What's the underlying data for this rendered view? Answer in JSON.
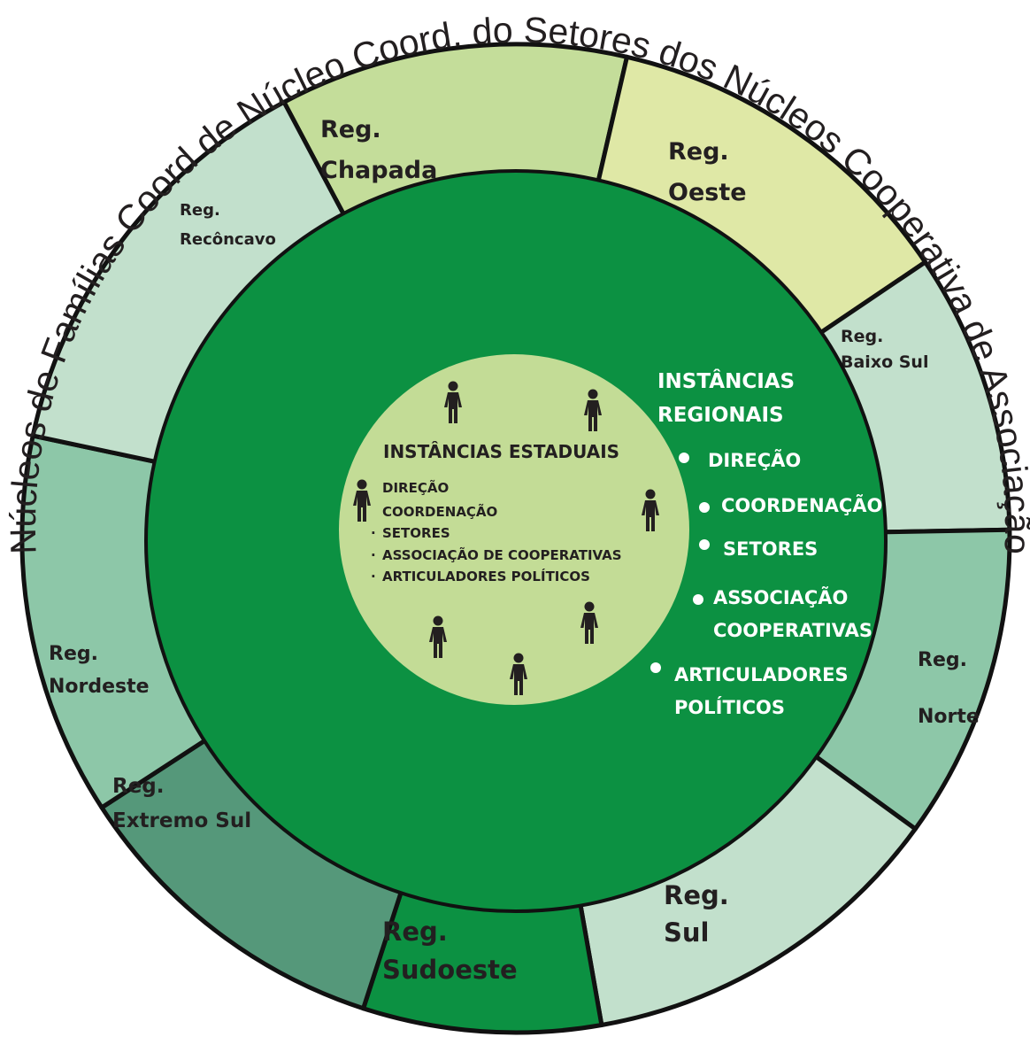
{
  "ring_text": "Núcleos de Famílias  Coord de Núcleo  Coord. do Setores dos Núcleos Cooperativa de Associação",
  "colors": {
    "inner_ring": "#0c9142",
    "center_circle": "#c3dc96",
    "text_dark": "#231f20",
    "text_light": "#ffffff"
  },
  "regions": [
    {
      "key": "chapada",
      "line1": "Reg.",
      "line2": "Chapada",
      "fill": "#c4dd9a"
    },
    {
      "key": "oeste",
      "line1": "Reg.",
      "line2": "Oeste",
      "fill": "#dfe8a6"
    },
    {
      "key": "baixo_sul",
      "line1": "Reg.",
      "line2": "Baixo Sul",
      "fill": "#c2e0cc"
    },
    {
      "key": "norte",
      "line1": "Reg.",
      "line2": "Norte",
      "fill": "#8dc7a8"
    },
    {
      "key": "sul",
      "line1": "Reg.",
      "line2": "Sul",
      "fill": "#c2e0cc"
    },
    {
      "key": "sudoeste",
      "line1": "Reg.",
      "line2": "Sudoeste",
      "fill": "#0c9142"
    },
    {
      "key": "extremo_sul",
      "line1": "Reg.",
      "line2": "Extremo Sul",
      "fill": "#55987a"
    },
    {
      "key": "nordeste",
      "line1": "Reg.",
      "line2": "Nordeste",
      "fill": "#8dc7a8"
    },
    {
      "key": "reconcavo",
      "line1": "Reg.",
      "line2": "Recôncavo",
      "fill": "#c2e0cc"
    }
  ],
  "estaduais": {
    "title": "INSTÂNCIAS ESTADUAIS",
    "items": [
      "DIREÇÃO",
      "COORDENAÇÃO",
      "SETORES",
      "ASSOCIAÇÃO DE COOPERATIVAS",
      "ARTICULADORES POLÍTICOS"
    ]
  },
  "regionais": {
    "title_line1": "INSTÂNCIAS",
    "title_line2": "REGIONAIS",
    "items": [
      {
        "line1": "DIREÇÃO"
      },
      {
        "line1": "COORDENAÇÃO"
      },
      {
        "line1": "SETORES"
      },
      {
        "line1": "ASSOCIAÇÃO",
        "line2": "COOPERATIVAS"
      },
      {
        "line1": "ARTICULADORES",
        "line2": "POLÍTICOS"
      }
    ]
  }
}
